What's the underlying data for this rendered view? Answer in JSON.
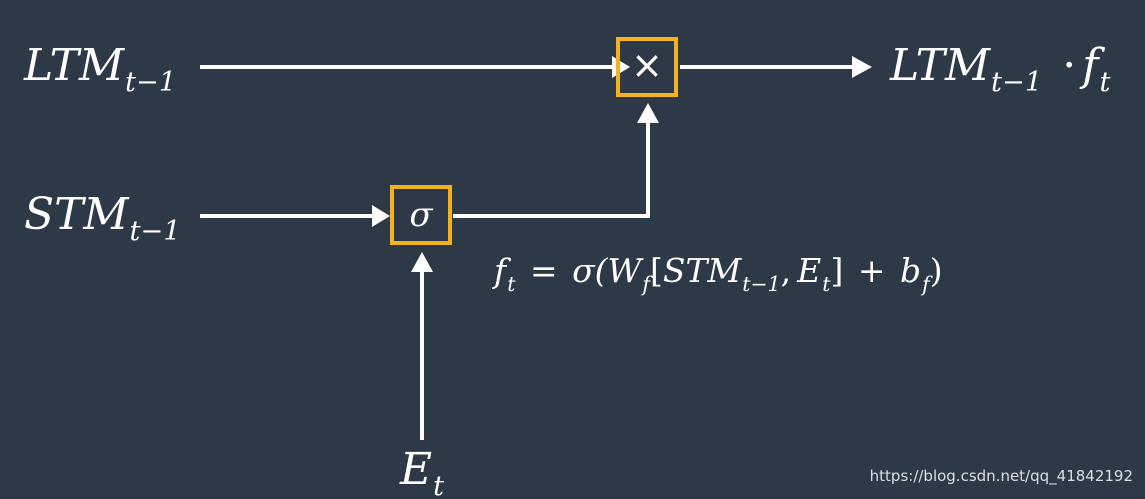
{
  "colors": {
    "background": "#2d3947",
    "arrow": "#ffffff",
    "gate_border": "#f5b21f",
    "text": "#ffffff"
  },
  "inputs": {
    "ltm": {
      "base": "LTM",
      "sub": "t−1"
    },
    "stm": {
      "base": "STM",
      "sub": "t−1"
    },
    "event": {
      "base": "E",
      "sub": "t"
    }
  },
  "gates": {
    "sigma_symbol": "σ",
    "multiply_symbol": "×"
  },
  "output": {
    "base": "LTM",
    "sub": "t−1",
    "dot": "·",
    "factor": "f",
    "factor_sub": "t"
  },
  "formula": {
    "lhs": "f",
    "lhs_sub": "t",
    "equals": "=",
    "sigma_open": "σ(",
    "w": "W",
    "w_sub": "f",
    "bracket_open": "[",
    "stm": "STM",
    "stm_sub": "t−1",
    "comma": ",",
    "e": "E",
    "e_sub": "t",
    "bracket_close": "]",
    "plus": "+",
    "b": "b",
    "b_sub": "f",
    "close": ")"
  },
  "watermark": "https://blog.csdn.net/qq_41842192"
}
